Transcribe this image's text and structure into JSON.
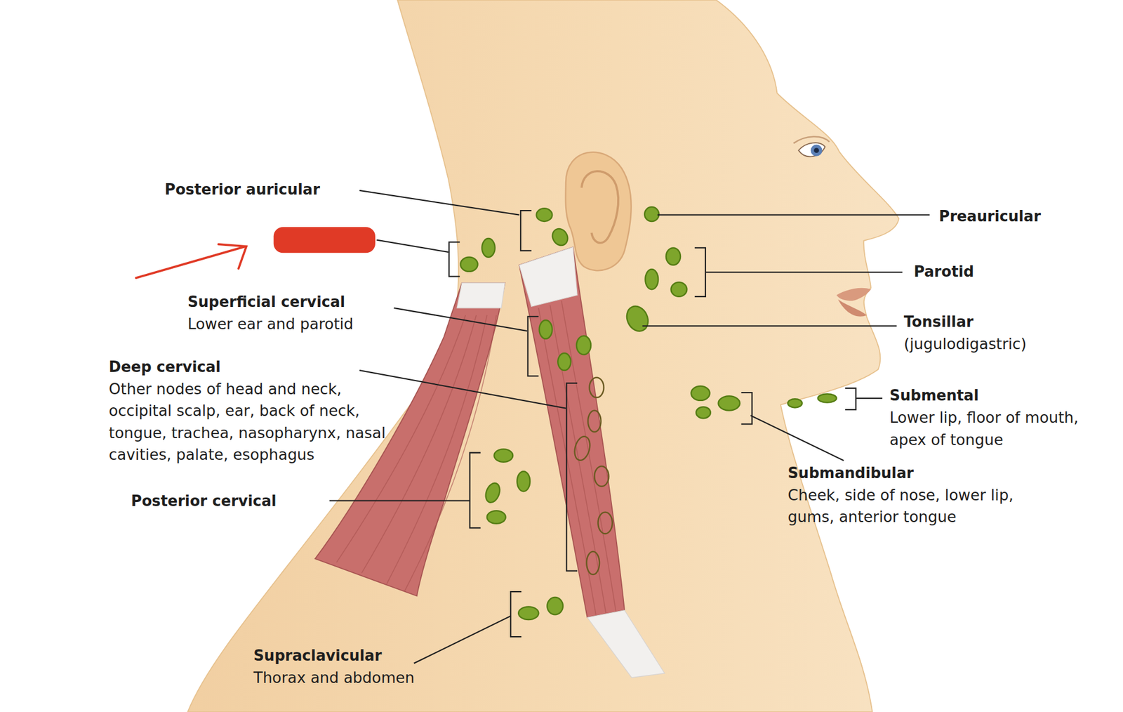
{
  "diagram": {
    "labels": [
      "Posterior auricular",
      "Preauricular",
      "Parotid",
      "Superficial cervical",
      "Lower ear and parotid",
      "Tonsillar",
      "(jugulodigastric)",
      "Deep cervical",
      "Other nodes of head and neck, occipital scalp, ear, back of neck, tongue, trachea, nasopharynx, nasal cavities, palate, esophagus",
      "Submental",
      "Lower lip, floor of mouth, apex of tongue",
      "Submandibular",
      "Cheek, side of nose, lower lip, gums, anterior tongue",
      "Posterior cervical",
      "Supraclavicular",
      "Thorax and abdomen"
    ]
  }
}
